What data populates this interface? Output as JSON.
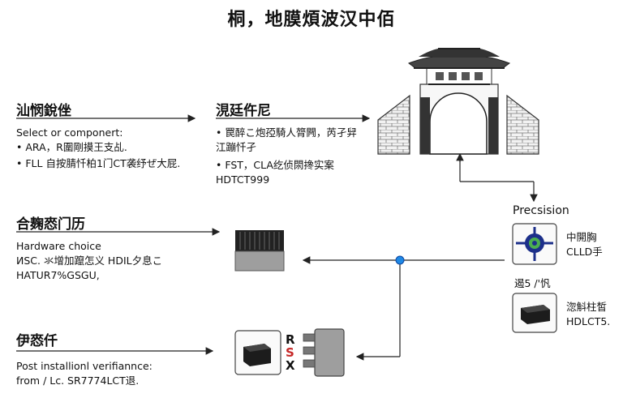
{
  "title": "桐，地膜煩波汉中佰",
  "left_steps": [
    {
      "heading": "汕悯銳侳",
      "lines": [
        "Select or componert:",
        "•  ARA，R圍剛摸王支乩.",
        "•  FLL  自按腈忏柏1门CT袭纾ぜ大屁."
      ]
    },
    {
      "heading": "合麹㤲门历",
      "lines": [
        "Hardware choice",
        "ИSC. 氺增加躥怎义  HDIL夕息こ",
        "HATUR7%GSGU,"
      ]
    },
    {
      "heading": "伊㤲仟",
      "lines": [
        "Post installionl verifiannce:",
        "from / Lc. SR7774LCT退."
      ]
    }
  ],
  "middle": {
    "heading": "涀廷仵尼",
    "lines": [
      "•  罠醉こ炮孲騎人膂闁，芮孑舁",
      "江蹦忏孑",
      "•  FST，CLA纥侦閖搀实案",
      "HDTCT999"
    ]
  },
  "right": {
    "precision_label": "Precsision",
    "card1_lines": [
      "中開胸",
      "CLLD手"
    ],
    "between_label": "遏5 /'忛",
    "card2_lines": [
      "淴斛柱皙",
      "HDLCT5."
    ]
  },
  "rsx_glyphs": [
    "R",
    "S",
    "X"
  ],
  "colors": {
    "accent_blue": "#1e88e5",
    "circle_blue": "#1c2f8a",
    "circle_green": "#4caf50"
  }
}
